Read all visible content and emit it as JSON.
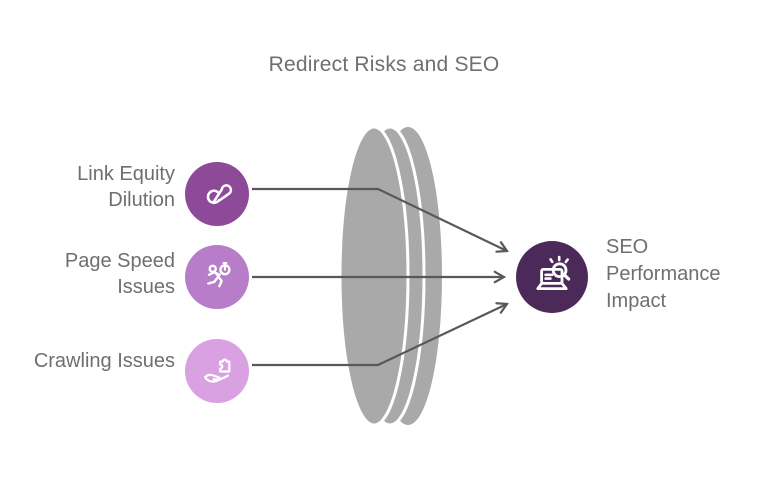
{
  "title": "Redirect Risks and SEO",
  "risks": [
    {
      "label": "Link Equity\nDilution",
      "icon": "broken-link-icon",
      "color": "#8c4a99"
    },
    {
      "label": "Page Speed\nIssues",
      "icon": "runner-stopwatch-icon",
      "color": "#b77dc9"
    },
    {
      "label": "Crawling Issues",
      "icon": "hand-puzzle-icon",
      "color": "#d9a0e2"
    }
  ],
  "outcome": {
    "label": "SEO\nPerformance\nImpact",
    "icon": "laptop-search-icon",
    "color": "#4b2a59"
  },
  "colors": {
    "lens": "#a9a9a9",
    "connector": "#58585a",
    "text": "#6e6f71",
    "icon_stroke": "#ffffff"
  }
}
